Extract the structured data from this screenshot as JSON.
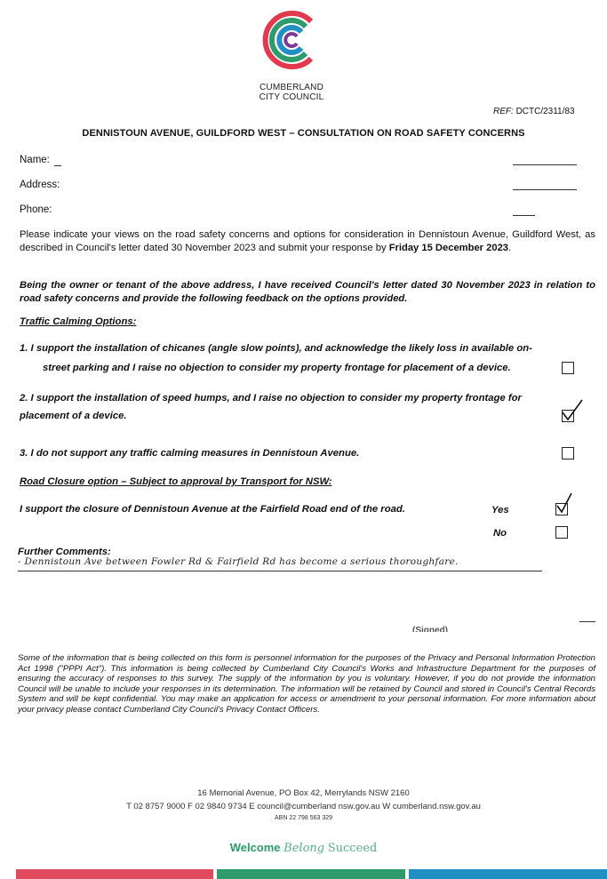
{
  "header": {
    "org_line1": "CUMBERLAND",
    "org_line2": "CITY COUNCIL",
    "ref_label": "REF:",
    "ref_value": "DCTC/2311/83",
    "logo_colors": [
      "#e2394f",
      "#2f9a6c",
      "#1f8fc4",
      "#7b3a96"
    ]
  },
  "form_title": "DENNISTOUN AVENUE, GUILDFORD WEST – CONSULTATION ON ROAD SAFETY CONCERNS",
  "fields": {
    "name_label": "Name:",
    "address_label": "Address:",
    "phone_label": "Phone:"
  },
  "intro": {
    "text": "Please indicate your views on the road safety concerns and options for consideration in Dennistoun Avenue, Guildford West, as described in Council's letter dated 30 November 2023 and submit your response by ",
    "deadline": "Friday 15 December 2023",
    "end": "."
  },
  "declaration": "Being the owner or tenant of the above address, I have received Council's letter dated 30 November 2023 in relation to road safety concerns and provide the following feedback on the options provided.",
  "traffic_heading": "Traffic Calming Options:",
  "options": {
    "opt1_line1": "1.  I support the installation of chicanes (angle slow points), and acknowledge the likely loss in available on-",
    "opt1_line2": "street parking and I raise no objection to consider my property frontage for placement of a device.",
    "opt1_checked": false,
    "opt2_line1": "2.  I support the installation of speed humps, and I raise no objection to consider my property frontage for",
    "opt2_line2": "placement of a device.",
    "opt2_checked": true,
    "opt3": "3. I do not support any traffic calming measures in Dennistoun Avenue.",
    "opt3_checked": false
  },
  "closure": {
    "heading": "Road Closure option – Subject to approval by Transport for NSW:",
    "statement": "I support the closure of Dennistoun Avenue at the Fairfield Road end of the road.",
    "yes_label": "Yes",
    "no_label": "No",
    "yes_checked": true,
    "no_checked": false
  },
  "comments": {
    "heading": "Further Comments:",
    "handwritten": "- Dennistoun Ave between Fowler Rd & Fairfield Rd has become a serious thoroughfare."
  },
  "signed_label": "(Signed)",
  "privacy": "Some of the information that is being collected on this form is personnel information for the purposes of the Privacy and Personal Information Protection Act 1998 (\"PPPI Act\"). This information is being collected by Cumberland City Council's Works and Infrastructure Department for the purposes of ensuring the accuracy of responses to this survey. The supply of the information by you is voluntary. However, if you do not provide the information Council will be unable to include your responses in its determination. The information will be retained by Council and stored in Council's Central Records System and will be kept confidential. You may make an application for access or amendment to your personal information. For more information about your privacy please contact Cumberland City Council's Privacy Contact Officers.",
  "footer": {
    "address": "16 Memorial Avenue, PO Box 42, Merrylands NSW 2160",
    "contacts": "T 02 8757 9000   F 02 9840 9734   E council@cumberland nsw.gov.au   W cumberland.nsw.gov.au",
    "abn": "ABN 22 798 563 329",
    "welcome": "Welcome",
    "belong": "Belong",
    "succeed": "Succeed",
    "bar_colors": [
      "#e04a5f",
      "#2f9a6c",
      "#1f8fc4"
    ]
  }
}
